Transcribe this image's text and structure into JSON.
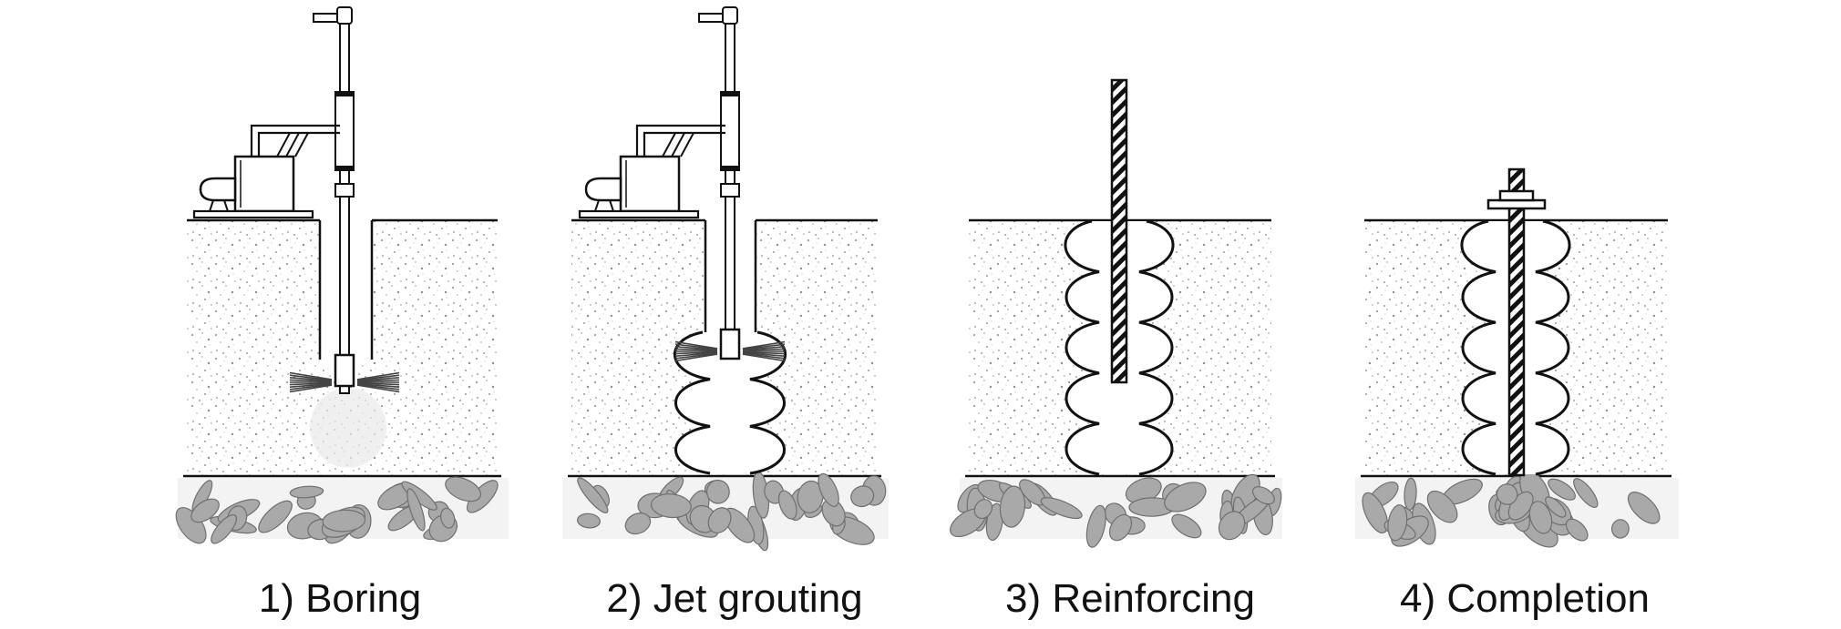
{
  "steps": [
    {
      "id": "boring",
      "label": "1) Boring"
    },
    {
      "id": "jet-grouting",
      "label": "2) Jet grouting"
    },
    {
      "id": "reinforcing",
      "label": "3) Reinforcing"
    },
    {
      "id": "completion",
      "label": "4) Completion"
    }
  ],
  "colors": {
    "line": "#111111",
    "soil_dots": "#9a9a9a",
    "bedrock_stone": "#a9a9a9",
    "bedrock_outline": "#6f6f6f",
    "grout_column": "#ffffff",
    "spray": "#444444"
  }
}
